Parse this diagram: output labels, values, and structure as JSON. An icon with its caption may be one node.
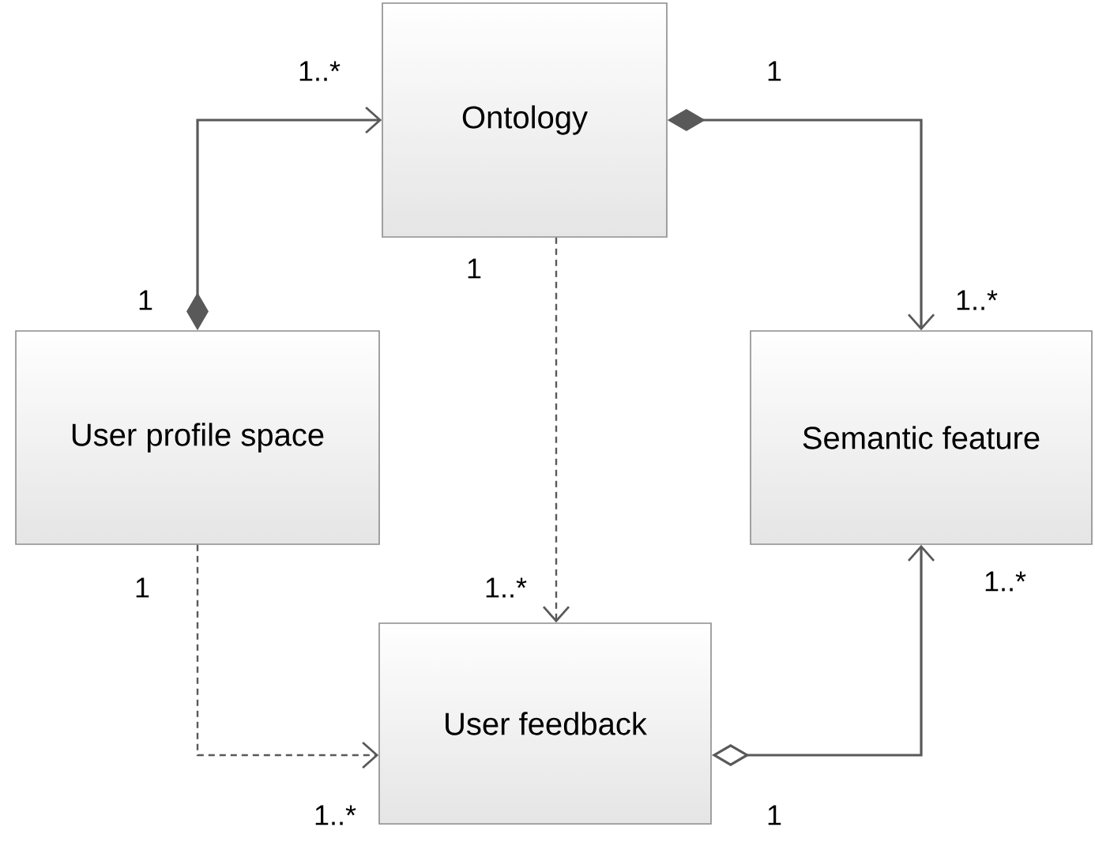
{
  "diagram": {
    "nodes": [
      {
        "text": [
          "Ontology"
        ]
      },
      {
        "text": [
          "User profile space"
        ]
      },
      {
        "text": [
          "Semantic feature"
        ]
      },
      {
        "text": [
          "User feedback"
        ]
      }
    ],
    "edges": [
      {
        "from": 1,
        "to": 0,
        "arrow": "to"
      },
      {
        "from": 0,
        "to": 2,
        "arrow": "to"
      },
      {
        "from": 0,
        "to": 3,
        "arrow": "to",
        "style": "dashed"
      },
      {
        "from": 1,
        "to": 3,
        "arrow": "to",
        "style": "dashed"
      },
      {
        "from": 3,
        "to": 2,
        "arrow": "to"
      }
    ],
    "labels": [
      "1..*",
      "1",
      "1",
      "1",
      "1..*",
      "1",
      "1..*",
      "1..*",
      "1..*",
      "1"
    ]
  }
}
